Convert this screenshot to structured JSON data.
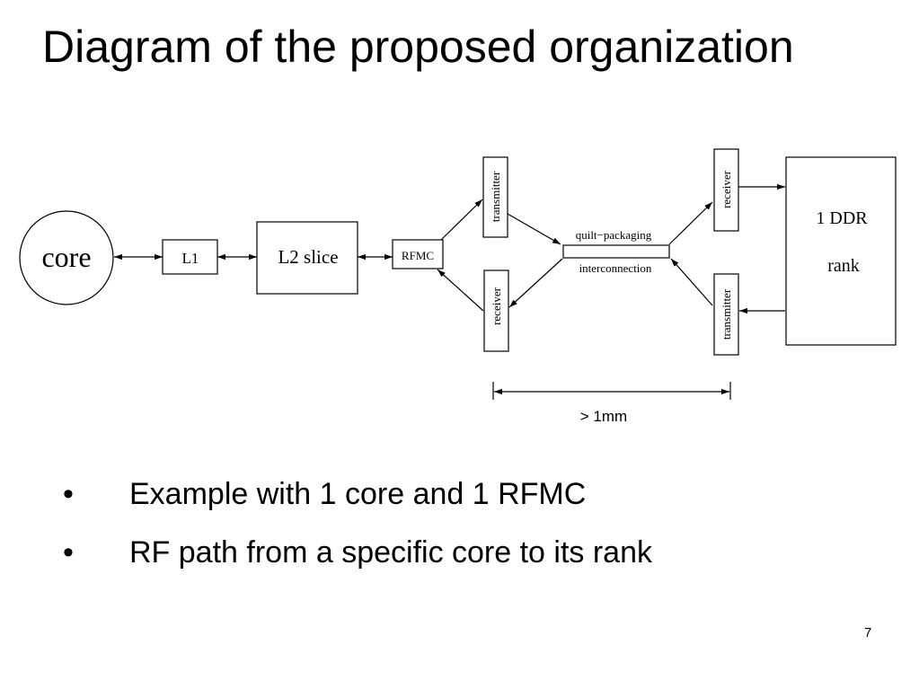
{
  "title": "Diagram of the proposed organization",
  "diagram": {
    "core_label": "core",
    "l1_label": "L1",
    "l2_label": "L2 slice",
    "rfmc_label": "RFMC",
    "transmitter_left_label": "transmitter",
    "receiver_left_label": "receiver",
    "quilt_label": "quilt−packaging",
    "interconnection_label": "interconnection",
    "receiver_right_label": "receiver",
    "transmitter_right_label": "transmitter",
    "ddr_label_line1": "1 DDR",
    "ddr_label_line2": "rank",
    "distance_label": "> 1mm"
  },
  "bullets": [
    {
      "marker": "•",
      "text": "Example with 1 core and 1 RFMC"
    },
    {
      "marker": "•",
      "text": "RF path from a specific core to its rank"
    }
  ],
  "page_number": "7"
}
